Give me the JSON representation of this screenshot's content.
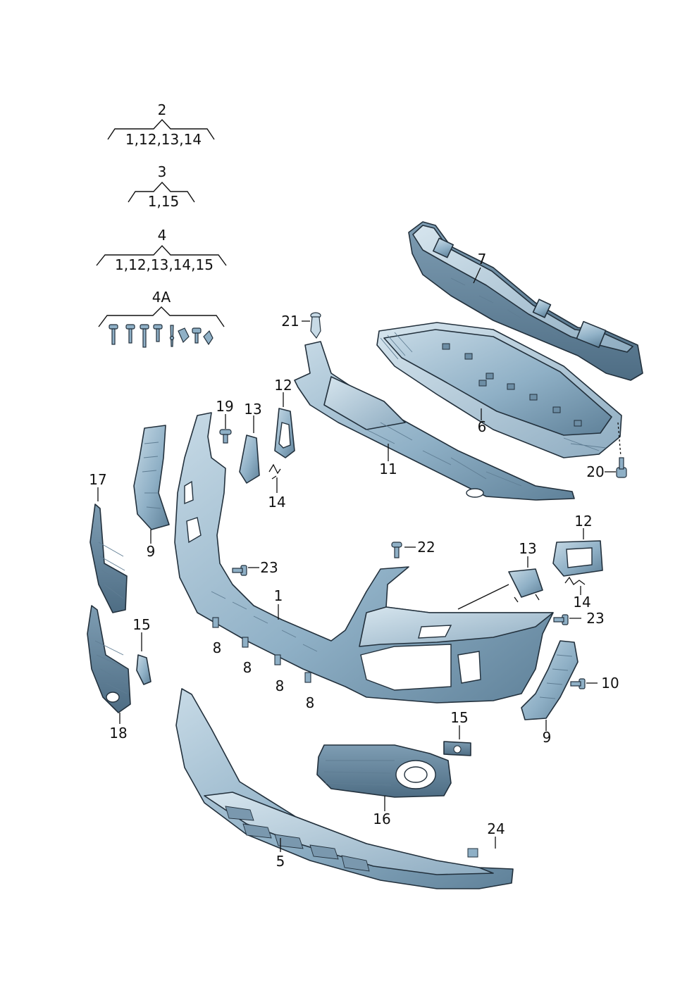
{
  "groups": [
    {
      "label": "2",
      "parts": "1,12,13,14"
    },
    {
      "label": "3",
      "parts": "1,15"
    },
    {
      "label": "4",
      "parts": "1,12,13,14,15"
    },
    {
      "label": "4A",
      "parts": ""
    }
  ],
  "callouts": {
    "c1": "1",
    "c5": "5",
    "c6": "6",
    "c7": "7",
    "c8a": "8",
    "c8b": "8",
    "c8c": "8",
    "c8d": "8",
    "c9a": "9",
    "c9b": "9",
    "c10": "10",
    "c11": "11",
    "c12a": "12",
    "c12b": "12",
    "c13a": "13",
    "c13b": "13",
    "c14a": "14",
    "c14b": "14",
    "c15a": "15",
    "c15b": "15",
    "c16": "16",
    "c17": "17",
    "c18": "18",
    "c19": "19",
    "c20": "20",
    "c21": "21",
    "c22": "22",
    "c23a": "23",
    "c23b": "23",
    "c24": "24"
  },
  "colors": {
    "part_fill": "#8fb0c6",
    "part_fill_light": "#b9d0de",
    "part_fill_dark": "#5f8199",
    "outline": "#22303c"
  }
}
